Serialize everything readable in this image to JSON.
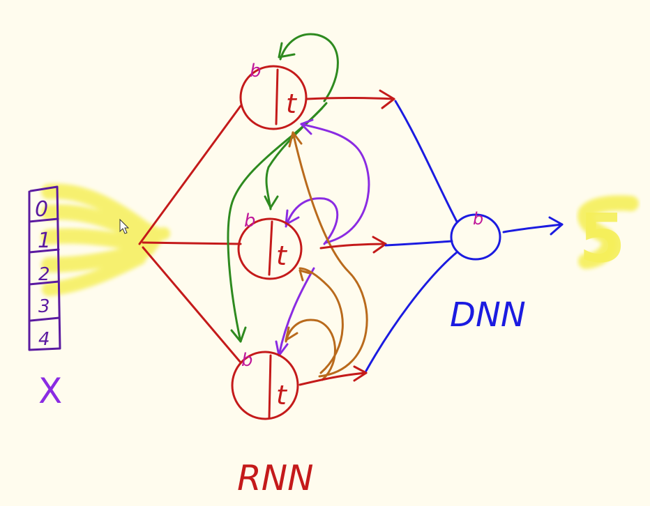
{
  "input_vector": {
    "label": "X",
    "values": [
      "0",
      "1",
      "2",
      "3",
      "4"
    ]
  },
  "rnn": {
    "label": "RNN",
    "cells": [
      {
        "bias": "b",
        "activation": "t"
      },
      {
        "bias": "b",
        "activation": "t"
      },
      {
        "bias": "b",
        "activation": "t"
      }
    ]
  },
  "dnn": {
    "label": "DNN",
    "bias": "b"
  },
  "output": {
    "value": "5"
  },
  "colors": {
    "rnn_ink": "#c41a1a",
    "dnn_ink": "#1b1be0",
    "input_ink": "#5a1aa0",
    "recurrent_top": "#2e8a1f",
    "recurrent_mid": "#8a2be2",
    "recurrent_bottom": "#b96a1c",
    "bias_ink": "#c0189a",
    "highlight": "#f5ef5a",
    "background": "#fffcee"
  }
}
